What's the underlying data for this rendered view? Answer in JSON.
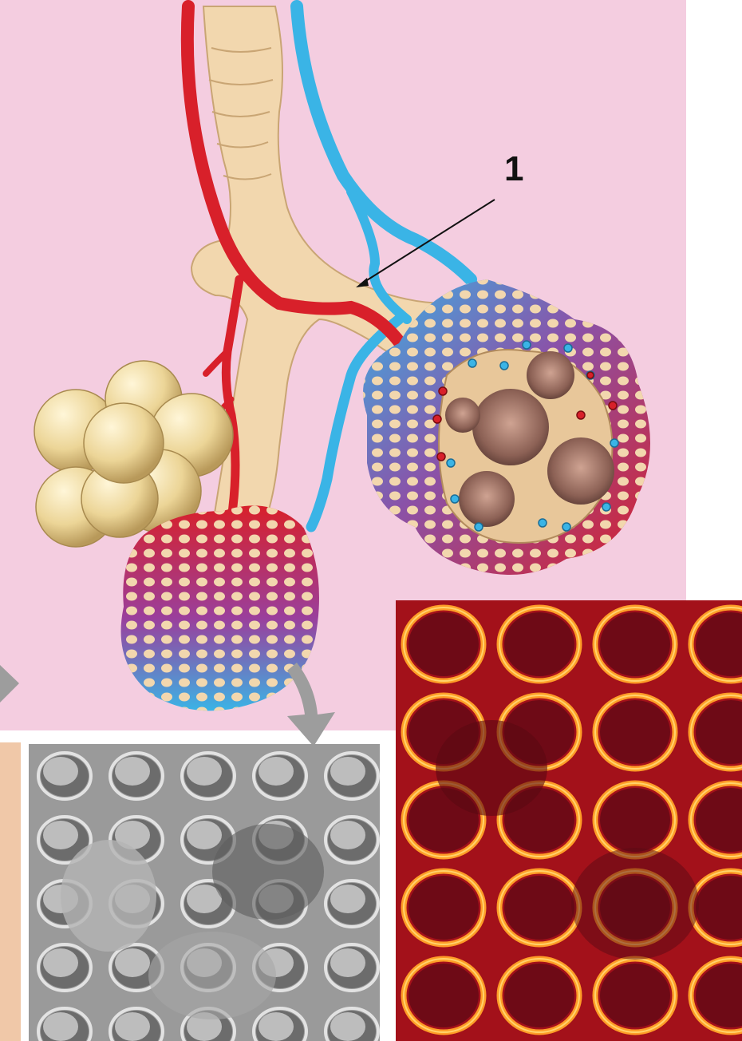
{
  "figure": {
    "callout_label": "1",
    "colors": {
      "background": "#f4cde0",
      "artery": "#d8202a",
      "vein": "#3ab4e6",
      "bronchiole": "#f2d7ae",
      "alveolus": "#eed9a6",
      "cast_photo": "#9c0d14",
      "cast_highlight": "#ffb02e",
      "sem_photo": "#8a8a8a"
    },
    "parts": {
      "illustration": "alveolar-sac-illustration",
      "photo_left": "alveoli-scanning-electron-micrograph",
      "photo_right": "capillary-corrosion-cast-micrograph"
    }
  }
}
